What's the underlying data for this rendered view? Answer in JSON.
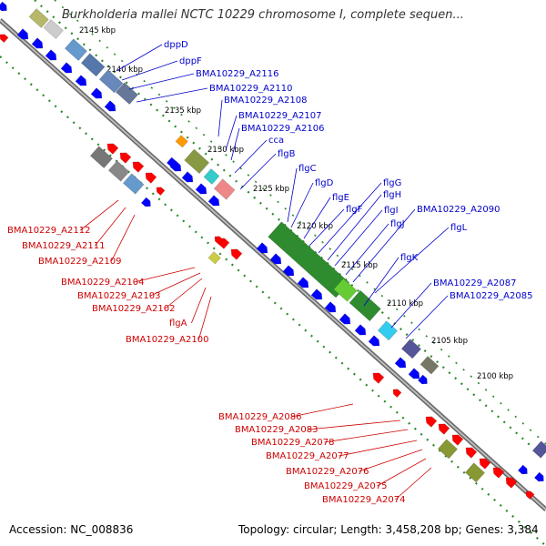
{
  "title": "Burkholderia mallei NCTC 10229 chromosome I, complete sequen...",
  "footer": {
    "accession": "Accession: NC_008836",
    "info": "Topology: circular; Length: 3,458,208 bp; Genes: 3,384"
  },
  "colors": {
    "forward_label": "#0000cc",
    "reverse_label": "#cc0000",
    "forward_gene": "#0000ff",
    "reverse_gene": "#ff0000",
    "backbone": "#888888",
    "dotted_track": "#2a8a2a",
    "cluster_green": "#2e8b2e"
  },
  "kbp_ticks": [
    "2145 kbp",
    "2140 kbp",
    "2135 kbp",
    "2130 kbp",
    "2125 kbp",
    "2120 kbp",
    "2115 kbp",
    "2110 kbp",
    "2105 kbp",
    "2100 kbp"
  ],
  "forward_labels": [
    "dppD",
    "dppF",
    "BMA10229_A2116",
    "BMA10229_A2110",
    "BMA10229_A2108",
    "BMA10229_A2107",
    "BMA10229_A2106",
    "cca",
    "flgB",
    "flgC",
    "flgD",
    "flgE",
    "flgF",
    "flgG",
    "flgH",
    "flgI",
    "flgJ",
    "BMA10229_A2090",
    "flgL",
    "flgK",
    "BMA10229_A2087",
    "BMA10229_A2085"
  ],
  "reverse_labels": [
    "BMA10229_A2112",
    "BMA10229_A2111",
    "BMA10229_A2109",
    "BMA10229_A2104",
    "BMA10229_A2103",
    "BMA10229_A2102",
    "flgA",
    "BMA10229_A2100",
    "BMA10229_A2086",
    "BMA10229_A2083",
    "BMA10229_A2078",
    "BMA10229_A2077",
    "BMA10229_A2076",
    "BMA10229_A2075",
    "BMA10229_A2074"
  ]
}
